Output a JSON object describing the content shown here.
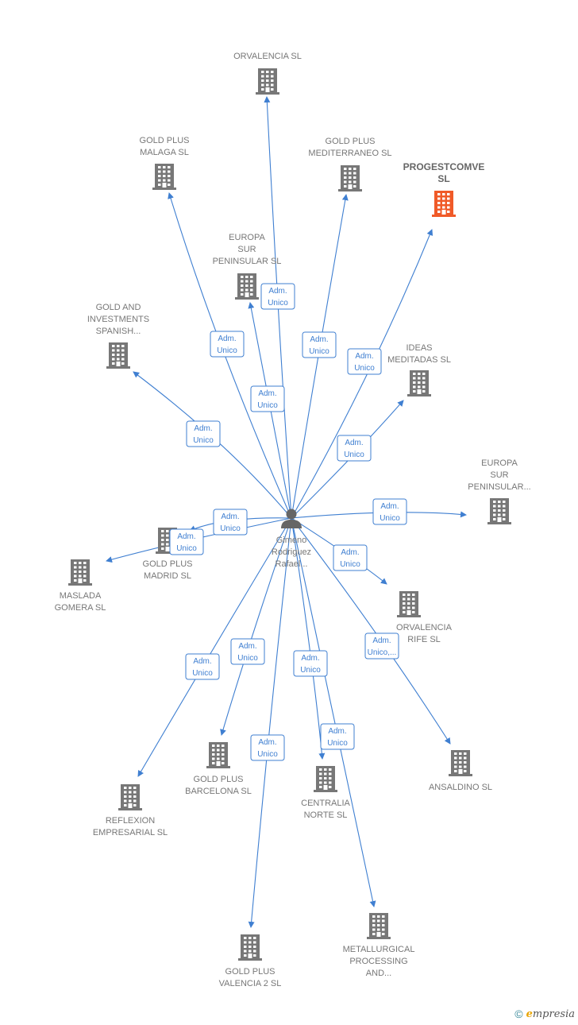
{
  "center": {
    "label_lines": [
      "Gimeno",
      "Rodriguez",
      "Rafael..."
    ]
  },
  "colors": {
    "edge": "#3f7fd1",
    "building": "#777777",
    "highlight": "#f05a28",
    "person": "#666666"
  },
  "nodes": [
    {
      "id": "orvalencia",
      "label_lines": [
        "ORVALENCIA SL"
      ],
      "icon": "building-icon"
    },
    {
      "id": "gold-malaga",
      "label_lines": [
        "GOLD PLUS",
        "MALAGA SL"
      ],
      "icon": "building-icon"
    },
    {
      "id": "gold-mediterraneo",
      "label_lines": [
        "GOLD PLUS",
        "MEDITERRANEO SL"
      ],
      "icon": "building-icon"
    },
    {
      "id": "progestcomve",
      "label_lines": [
        "PROGESTCOMVE",
        "SL"
      ],
      "icon": "building-icon",
      "highlight": true
    },
    {
      "id": "europa-sur-1",
      "label_lines": [
        "EUROPA",
        "SUR",
        "PENINSULAR SL"
      ],
      "icon": "building-icon"
    },
    {
      "id": "gold-investments",
      "label_lines": [
        "GOLD AND",
        "INVESTMENTS",
        "SPANISH..."
      ],
      "icon": "building-icon"
    },
    {
      "id": "ideas-meditadas",
      "label_lines": [
        "IDEAS",
        "MEDITADAS SL"
      ],
      "icon": "building-icon"
    },
    {
      "id": "europa-sur-2",
      "label_lines": [
        "EUROPA",
        "SUR",
        "PENINSULAR..."
      ],
      "icon": "building-icon"
    },
    {
      "id": "gold-madrid",
      "label_lines": [
        "GOLD PLUS",
        "MADRID SL"
      ],
      "icon": "building-icon"
    },
    {
      "id": "maslada",
      "label_lines": [
        "MASLADA",
        "GOMERA SL"
      ],
      "icon": "building-icon"
    },
    {
      "id": "orvalencia-tenerife",
      "label_lines": [
        "ORVALENCIA",
        "RIFE SL"
      ],
      "icon": "building-icon"
    },
    {
      "id": "ansaldino",
      "label_lines": [
        "ANSALDINO SL"
      ],
      "icon": "building-icon"
    },
    {
      "id": "reflexion",
      "label_lines": [
        "REFLEXION",
        "EMPRESARIAL SL"
      ],
      "icon": "building-icon"
    },
    {
      "id": "gold-barcelona",
      "label_lines": [
        "GOLD PLUS",
        "BARCELONA SL"
      ],
      "icon": "building-icon"
    },
    {
      "id": "centralia",
      "label_lines": [
        "CENTRALIA",
        "NORTE SL"
      ],
      "icon": "building-icon"
    },
    {
      "id": "gold-valencia2",
      "label_lines": [
        "GOLD PLUS",
        "VALENCIA 2 SL"
      ],
      "icon": "building-icon"
    },
    {
      "id": "metallurgical",
      "label_lines": [
        "METALLURGICAL",
        "PROCESSING",
        "AND..."
      ],
      "icon": "building-icon"
    }
  ],
  "edges": [
    {
      "to": "orvalencia",
      "label_lines": [
        "Adm.",
        "Unico"
      ]
    },
    {
      "to": "gold-malaga",
      "label_lines": [
        "Adm.",
        "Unico"
      ]
    },
    {
      "to": "gold-mediterraneo",
      "label_lines": [
        "Adm.",
        "Unico"
      ]
    },
    {
      "to": "progestcomve",
      "label_lines": [
        "Adm.",
        "Unico"
      ]
    },
    {
      "to": "europa-sur-1",
      "label_lines": [
        "Adm.",
        "Unico"
      ]
    },
    {
      "to": "gold-investments",
      "label_lines": [
        "Adm.",
        "Unico"
      ]
    },
    {
      "to": "ideas-meditadas",
      "label_lines": [
        "Adm.",
        "Unico"
      ]
    },
    {
      "to": "europa-sur-2",
      "label_lines": [
        "Adm.",
        "Unico"
      ]
    },
    {
      "to": "gold-madrid",
      "label_lines": [
        "Adm.",
        "Unico"
      ]
    },
    {
      "to": "maslada",
      "label_lines": [
        "Adm.",
        "Unico"
      ]
    },
    {
      "to": "orvalencia-tenerife",
      "label_lines": [
        "Adm.",
        "Unico"
      ]
    },
    {
      "to": "ansaldino",
      "label_lines": [
        "Adm.",
        "Unico,..."
      ]
    },
    {
      "to": "reflexion",
      "label_lines": [
        "Adm.",
        "Unico"
      ]
    },
    {
      "to": "gold-barcelona",
      "label_lines": [
        "Adm.",
        "Unico"
      ]
    },
    {
      "to": "centralia",
      "label_lines": [
        "Adm.",
        "Unico"
      ]
    },
    {
      "to": "gold-valencia2",
      "label_lines": [
        "Adm.",
        "Unico"
      ]
    },
    {
      "to": "metallurgical",
      "label_lines": [
        "Adm.",
        "Unico"
      ]
    }
  ],
  "footer": {
    "copyright": "©",
    "brand_initial": "e",
    "brand_rest": "mpresia"
  }
}
